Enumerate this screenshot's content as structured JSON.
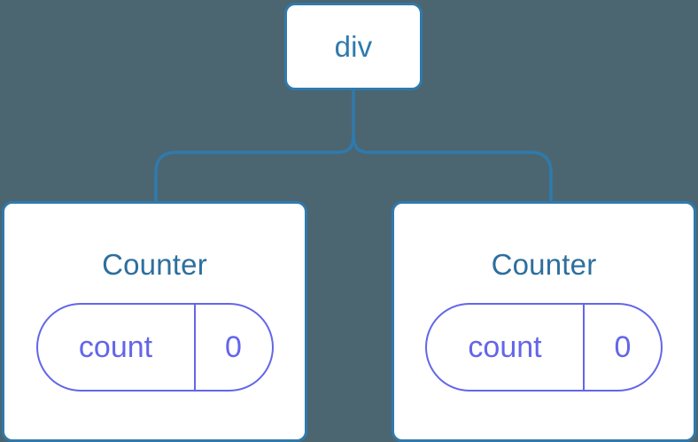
{
  "diagram": {
    "type": "component-tree",
    "background_color": "#4b6670",
    "edge_color": "#2f7aad",
    "node_border_color": "#2f7aad",
    "node_fill_color": "#ffffff",
    "node_label_color": "#2d6f9e",
    "state_chip_color": "#6366e8",
    "root": {
      "label": "div"
    },
    "children": [
      {
        "title": "Counter",
        "state": {
          "key": "count",
          "value": "0"
        }
      },
      {
        "title": "Counter",
        "state": {
          "key": "count",
          "value": "0"
        }
      }
    ],
    "edges": [
      {
        "from": "div",
        "to": "Counter (left)"
      },
      {
        "from": "div",
        "to": "Counter (right)"
      }
    ]
  }
}
